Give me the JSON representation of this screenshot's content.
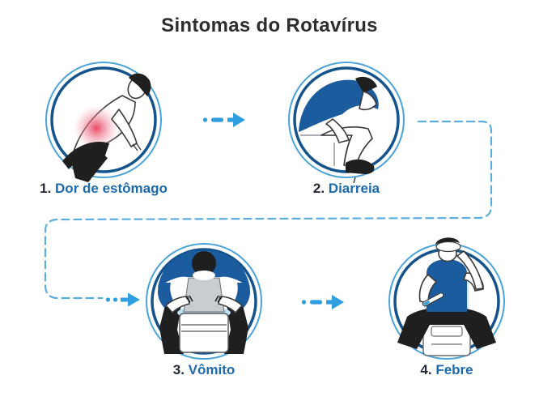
{
  "title": "Sintomas do Rotavírus",
  "steps": [
    {
      "number": "1.",
      "label": "Dor de estômago",
      "icon": "person-stomach-pain-icon"
    },
    {
      "number": "2.",
      "label": "Diarreia",
      "icon": "person-on-toilet-icon"
    },
    {
      "number": "3.",
      "label": "Vômito",
      "icon": "person-vomiting-icon"
    },
    {
      "number": "4.",
      "label": "Febre",
      "icon": "person-fever-thermometer-icon"
    }
  ],
  "colors": {
    "background": "#ffffff",
    "title_text": "#2d2d2d",
    "step_number_text": "#252a36",
    "step_label_text": "#1b6aac",
    "circle_ring_outer": "#4aa3d8",
    "circle_ring_inner": "#14538c",
    "arrow_blue": "#2f9fe0",
    "dashed_connector_blue": "#5badde",
    "figure_shirt_blue": "#1b5c9e",
    "figure_outline_dark": "#1f1f1f",
    "pain_red": "#e63e5c",
    "light_blue_accent": "#cfe6f6",
    "lid_gray": "#c9ccd1"
  }
}
